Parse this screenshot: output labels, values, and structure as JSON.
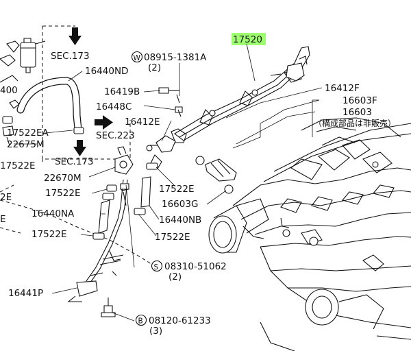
{
  "highlight_color": "#9dff70",
  "parts": [
    {
      "id": "17520",
      "label": "17520",
      "highlight": true
    },
    {
      "id": "16440nd",
      "label": "16440ND"
    },
    {
      "id": "w08915",
      "label": "08915-1381A",
      "qty": "(2)",
      "prefix": "W"
    },
    {
      "id": "16419b",
      "label": "16419B"
    },
    {
      "id": "16448c",
      "label": "16448C"
    },
    {
      "id": "16412e",
      "label": "16412E"
    },
    {
      "id": "16412f",
      "label": "16412F"
    },
    {
      "id": "16603f",
      "label": "16603F"
    },
    {
      "id": "16603",
      "label": "16603"
    },
    {
      "id": "16400",
      "label": "400"
    },
    {
      "id": "17522ea",
      "label": "17522EA"
    },
    {
      "id": "22675m",
      "label": "22675M"
    },
    {
      "id": "17522e-left",
      "label": "17522E"
    },
    {
      "id": "22670m",
      "label": "22670M"
    },
    {
      "id": "17522e-mid",
      "label": "17522E"
    },
    {
      "id": "17522e-right",
      "label": "17522E"
    },
    {
      "id": "16603g",
      "label": "16603G"
    },
    {
      "id": "16440na",
      "label": "16440NA"
    },
    {
      "id": "16440nb",
      "label": "16440NB"
    },
    {
      "id": "17522e-lower",
      "label": "17522E"
    },
    {
      "id": "17522e-lower-right",
      "label": "17522E"
    },
    {
      "id": "s08310",
      "label": "08310-51062",
      "qty": "(2)",
      "prefix": "S"
    },
    {
      "id": "16441p",
      "label": "16441P"
    },
    {
      "id": "b08120",
      "label": "08120-61233",
      "qty": "(3)",
      "prefix": "B"
    },
    {
      "id": "edge-e",
      "label": "E"
    },
    {
      "id": "edge-2e",
      "label": "2E"
    }
  ],
  "notes": {
    "not_sold_separately": "（構成部品は非販売）"
  },
  "sections": [
    {
      "id": "sec173-top",
      "label": "SEC.173"
    },
    {
      "id": "sec223",
      "label": "SEC.223"
    },
    {
      "id": "sec173-bottom",
      "label": "SEC.173"
    }
  ]
}
